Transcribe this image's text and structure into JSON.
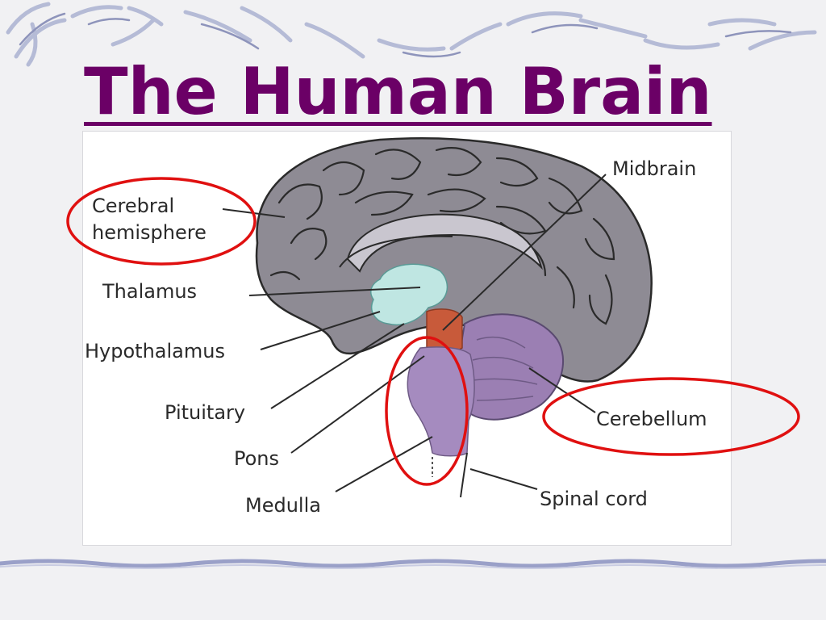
{
  "title": "The Human Brain",
  "labels": {
    "cerebral_line1": "Cerebral",
    "cerebral_line2": "hemisphere",
    "thalamus": "Thalamus",
    "hypothalamus": "Hypothalamus",
    "pituitary": "Pituitary",
    "pons": "Pons",
    "medulla": "Medulla",
    "midbrain": "Midbrain",
    "cerebellum": "Cerebellum",
    "spinal_cord": "Spinal cord"
  },
  "colors": {
    "title": "#6b0066",
    "cerebrum": "#8e8b94",
    "thalamus": "#bfe6e2",
    "midbrain": "#c85a3a",
    "brainstem": "#a58bbf",
    "cerebellum": "#9b7fb3",
    "highlight_circle": "#e01010",
    "decoration": "#aab0cf"
  },
  "icons": {
    "header_decoration": "wavy-stroke-pattern",
    "divider": "wavy-line"
  }
}
